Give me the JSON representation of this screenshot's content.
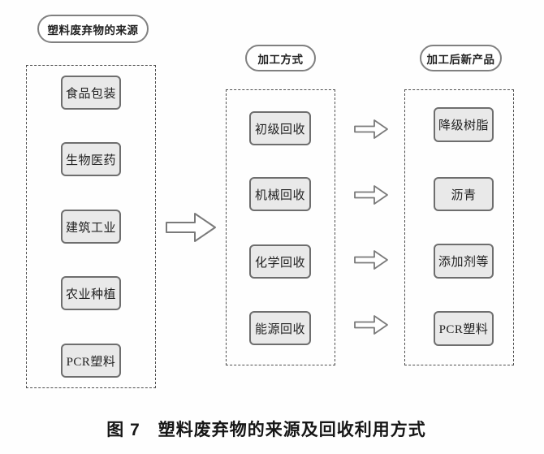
{
  "figure": {
    "caption": "图 7　塑料废弃物的来源及回收利用方式",
    "columns": [
      {
        "header": "塑料废弃物的来源",
        "items": [
          "食品包装",
          "生物医药",
          "建筑工业",
          "农业种植",
          "PCR塑料"
        ]
      },
      {
        "header": "加工方式",
        "items": [
          "初级回收",
          "机械回收",
          "化学回收",
          "能源回收"
        ]
      },
      {
        "header": "加工后新产品",
        "items": [
          "降级树脂",
          "沥青",
          "添加剂等",
          "PCR塑料"
        ]
      }
    ],
    "icons": {
      "flow_arrow": "right-block-arrow ⇨"
    },
    "colors": {
      "node_fill": "#e9e9e9",
      "node_border": "#6e6e6e",
      "dashed_border": "#4f4f4f",
      "pill_border": "#808080",
      "arrow_stroke": "#7a7a7a",
      "text": "#222222"
    }
  }
}
